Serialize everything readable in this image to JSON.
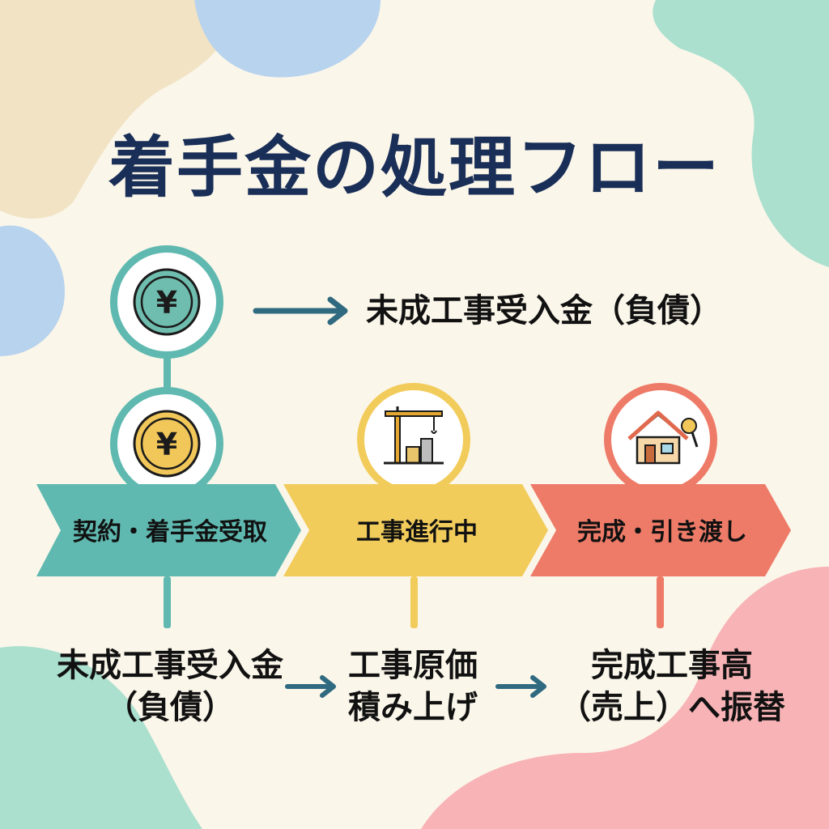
{
  "title": "着手金の処理フロー",
  "top_row": {
    "label": "未成工事受入金（負債）"
  },
  "steps": [
    {
      "label": "契約・着手金受取",
      "icon": "yen-coin-icon",
      "color": "#5fb9b0"
    },
    {
      "label": "工事進行中",
      "icon": "construction-crane-icon",
      "color": "#f2cc5b"
    },
    {
      "label": "完成・引き渡し",
      "icon": "house-key-icon",
      "color": "#ee7b68"
    }
  ],
  "results": [
    {
      "line1": "未成工事受入金",
      "line2": "（負債）"
    },
    {
      "line1": "工事原価",
      "line2": "積み上げ"
    },
    {
      "line1": "完成工事高",
      "line2": "（売上）へ振替"
    }
  ],
  "colors": {
    "background": "#fbf6ea",
    "title": "#1a2f57",
    "arrow": "#2f6a80",
    "teal": "#5fb9b0",
    "yellow": "#f2cc5b",
    "coral": "#ee7b68"
  }
}
